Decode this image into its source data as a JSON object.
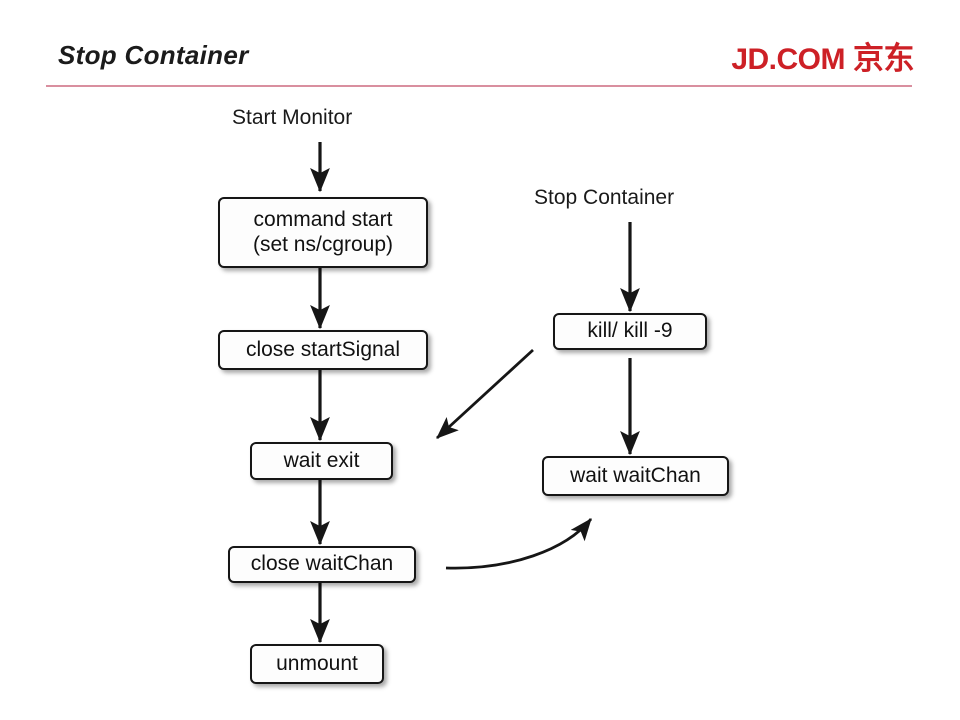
{
  "header": {
    "title": "Stop Container",
    "brand_primary": "JD.COM",
    "brand_secondary": "京东",
    "brand_color": "#cd2026",
    "rule_color": "#d98f9f"
  },
  "diagram": {
    "type": "flowchart",
    "labels": [
      {
        "id": "start-monitor",
        "text": "Start Monitor"
      },
      {
        "id": "stop-container",
        "text": "Stop Container"
      }
    ],
    "nodes": [
      {
        "id": "command-start",
        "line1": "command start",
        "line2": "(set ns/cgroup)"
      },
      {
        "id": "close-startsignal",
        "line1": "close startSignal",
        "line2": ""
      },
      {
        "id": "wait-exit",
        "line1": "wait exit",
        "line2": ""
      },
      {
        "id": "close-waitchan",
        "line1": "close waitChan",
        "line2": ""
      },
      {
        "id": "unmount",
        "line1": "unmount",
        "line2": ""
      },
      {
        "id": "kill",
        "line1": "kill/ kill -9",
        "line2": ""
      },
      {
        "id": "wait-waitchan",
        "line1": "wait waitChan",
        "line2": ""
      }
    ],
    "edges": [
      {
        "from": "start-monitor",
        "to": "command-start",
        "style": "straight"
      },
      {
        "from": "command-start",
        "to": "close-startsignal",
        "style": "straight"
      },
      {
        "from": "close-startsignal",
        "to": "wait-exit",
        "style": "straight"
      },
      {
        "from": "wait-exit",
        "to": "close-waitchan",
        "style": "straight"
      },
      {
        "from": "close-waitchan",
        "to": "unmount",
        "style": "straight"
      },
      {
        "from": "stop-container",
        "to": "kill",
        "style": "straight"
      },
      {
        "from": "kill",
        "to": "wait-waitchan",
        "style": "straight"
      },
      {
        "from": "kill",
        "to": "wait-exit",
        "style": "diagonal"
      },
      {
        "from": "close-waitchan",
        "to": "wait-waitchan",
        "style": "curved"
      }
    ]
  }
}
